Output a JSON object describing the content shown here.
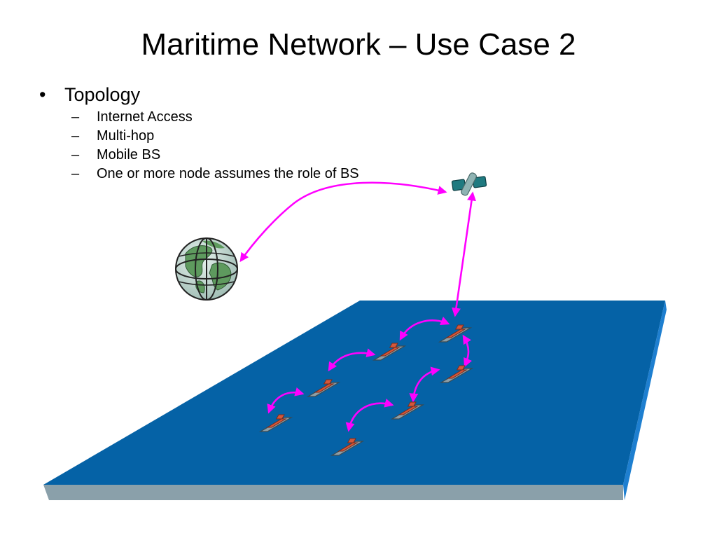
{
  "slide": {
    "title": "Maritime Network – Use Case 2",
    "bullet": {
      "marker": "•",
      "text": "Topology"
    },
    "sub_bullets": [
      {
        "marker": "–",
        "text": "Internet Access"
      },
      {
        "marker": "–",
        "text": "Multi-hop"
      },
      {
        "marker": "–",
        "text": "Mobile BS"
      },
      {
        "marker": "–",
        "text": "One or more node assumes the role of BS"
      }
    ]
  },
  "diagram": {
    "icons": {
      "globe": "globe-icon",
      "satellite": "satellite-icon",
      "ship": "ship-icon",
      "sea": "sea-plane"
    },
    "colors": {
      "link": "#ff00ff",
      "sea_top": "#0562a6",
      "sea_edge": "#8aa0aa",
      "sea_side": "#1e7fd0",
      "ship_hull": "#8e9ea6",
      "ship_cabin": "#d4583a",
      "satellite": "#1f7a80",
      "globe_land": "#5e9a5e",
      "globe_ocean": "#c7dcd4"
    }
  }
}
